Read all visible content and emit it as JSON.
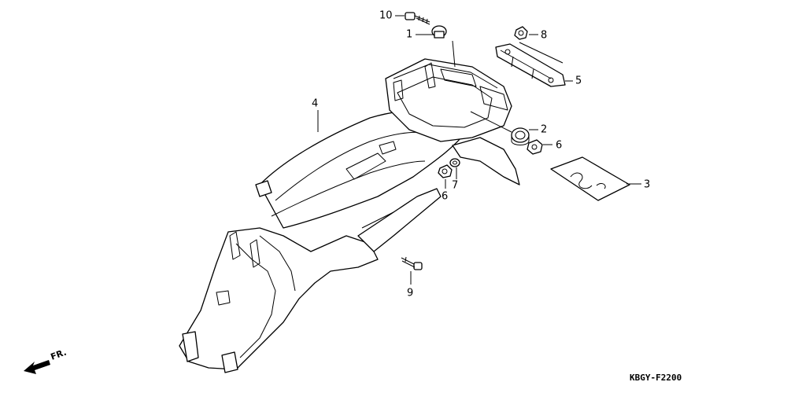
{
  "diagram": {
    "code": "KBGY-F2200",
    "front_marker": "FR.",
    "callouts": {
      "c1": "1",
      "c2": "2",
      "c3": "3",
      "c4": "4",
      "c5": "5",
      "c6a": "6",
      "c6b": "6",
      "c7": "7",
      "c8": "8",
      "c9": "9",
      "c10": "10"
    },
    "colors": {
      "line": "#000000",
      "background": "#ffffff"
    }
  }
}
